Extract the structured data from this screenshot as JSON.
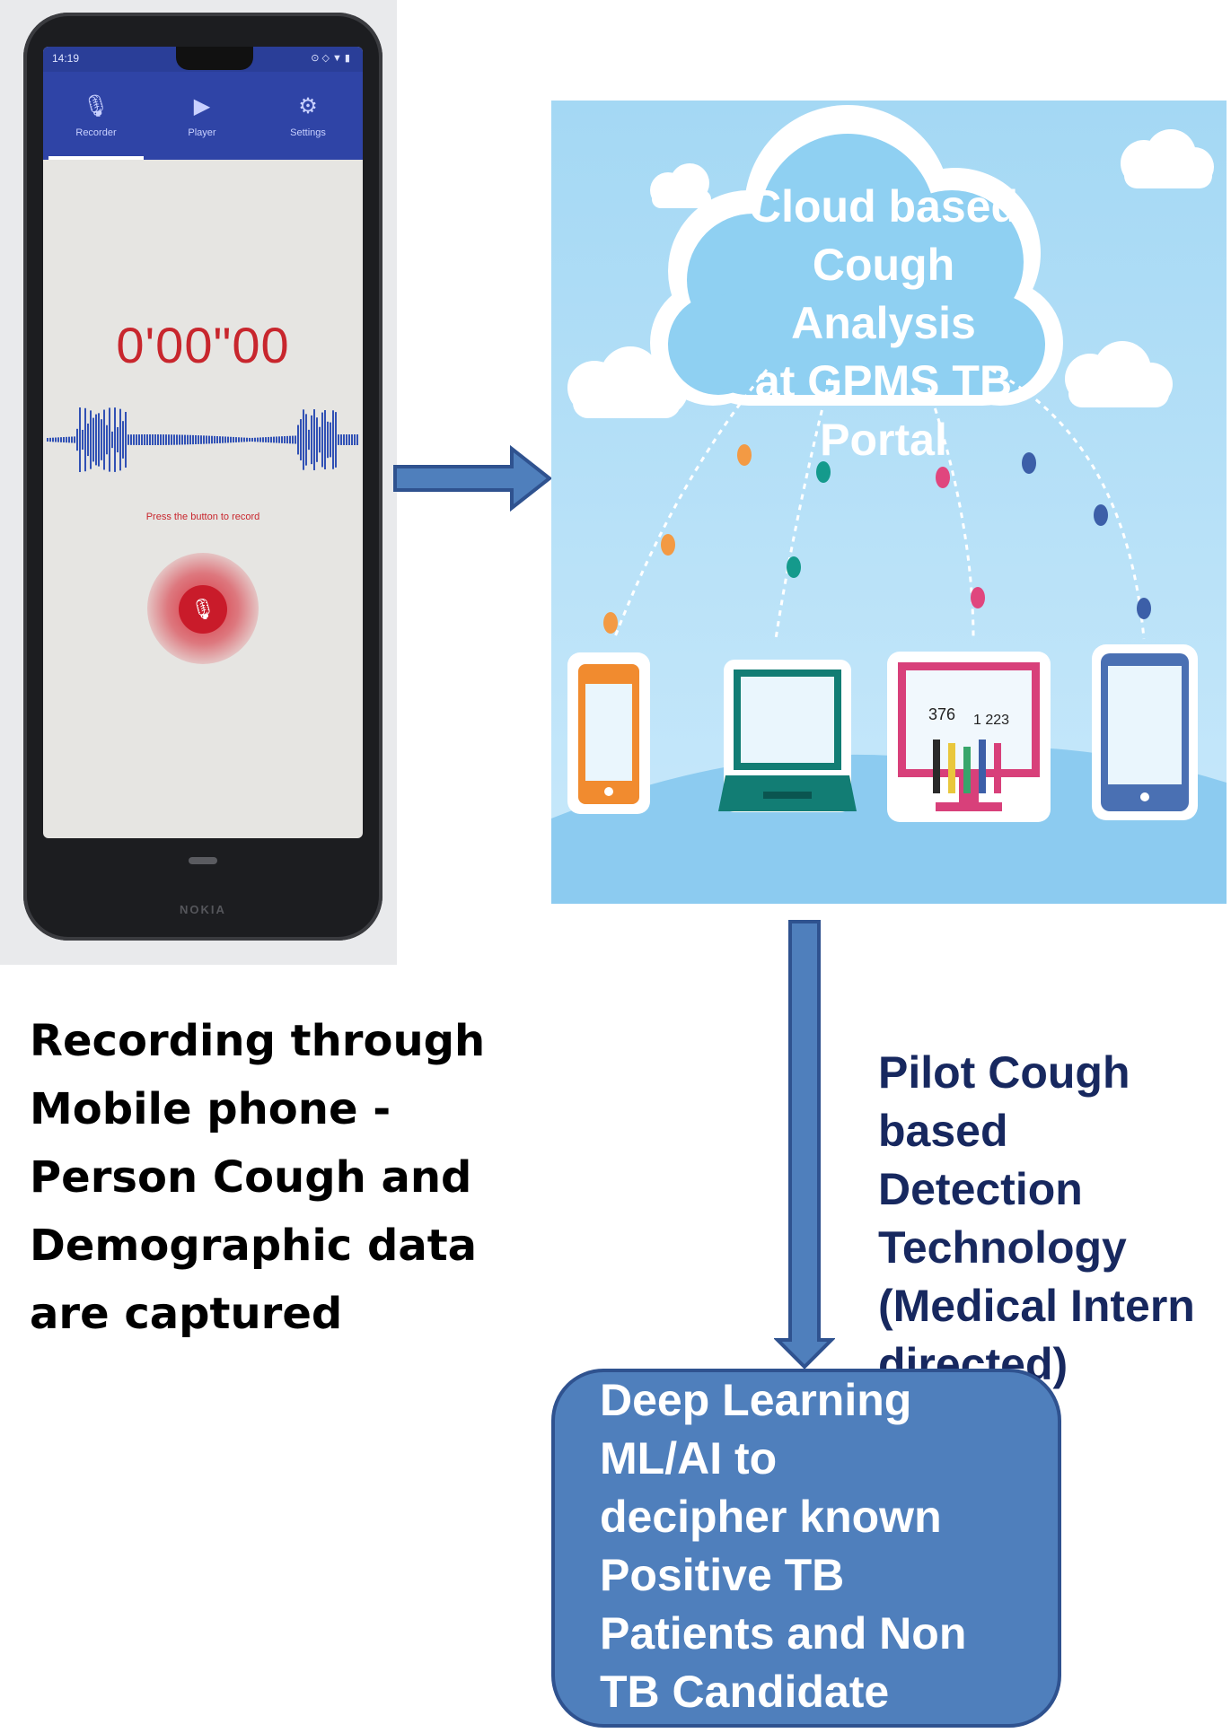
{
  "phone": {
    "status_time": "14:19",
    "status_icons": "⊙ ◇ ▼ ▮",
    "tabs": [
      {
        "label": "Recorder",
        "icon": "microphone-icon"
      },
      {
        "label": "Player",
        "icon": "play-icon"
      },
      {
        "label": "Settings",
        "icon": "gear-icon"
      }
    ],
    "timer": "0'00\"00",
    "record_hint": "Press the button to record",
    "record_button_icon": "microphone-icon",
    "brand": "NOKIA",
    "accent_color": "#2f44a6",
    "record_color": "#c91b2a"
  },
  "recording_caption": {
    "lines": [
      "Recording through",
      "Mobile phone -",
      "Person Cough and",
      "Demographic data",
      "are captured"
    ]
  },
  "cloud_illustration": {
    "title_lines": [
      "Cloud based",
      "Cough",
      "Analysis",
      "at GPMS TB",
      "Portal"
    ],
    "monitor_numbers": [
      "376",
      "1 223"
    ],
    "devices": [
      "smartphone-icon",
      "laptop-icon",
      "monitor-icon",
      "tablet-icon"
    ]
  },
  "pilot_caption": {
    "lines": [
      "Pilot Cough",
      "based",
      "Detection",
      "Technology",
      "(Medical Intern",
      "directed)"
    ]
  },
  "deep_learning_box": {
    "lines": [
      "Deep Learning",
      "ML/AI to",
      "decipher known",
      "Positive TB",
      "Patients and Non",
      "TB Candidate"
    ]
  }
}
